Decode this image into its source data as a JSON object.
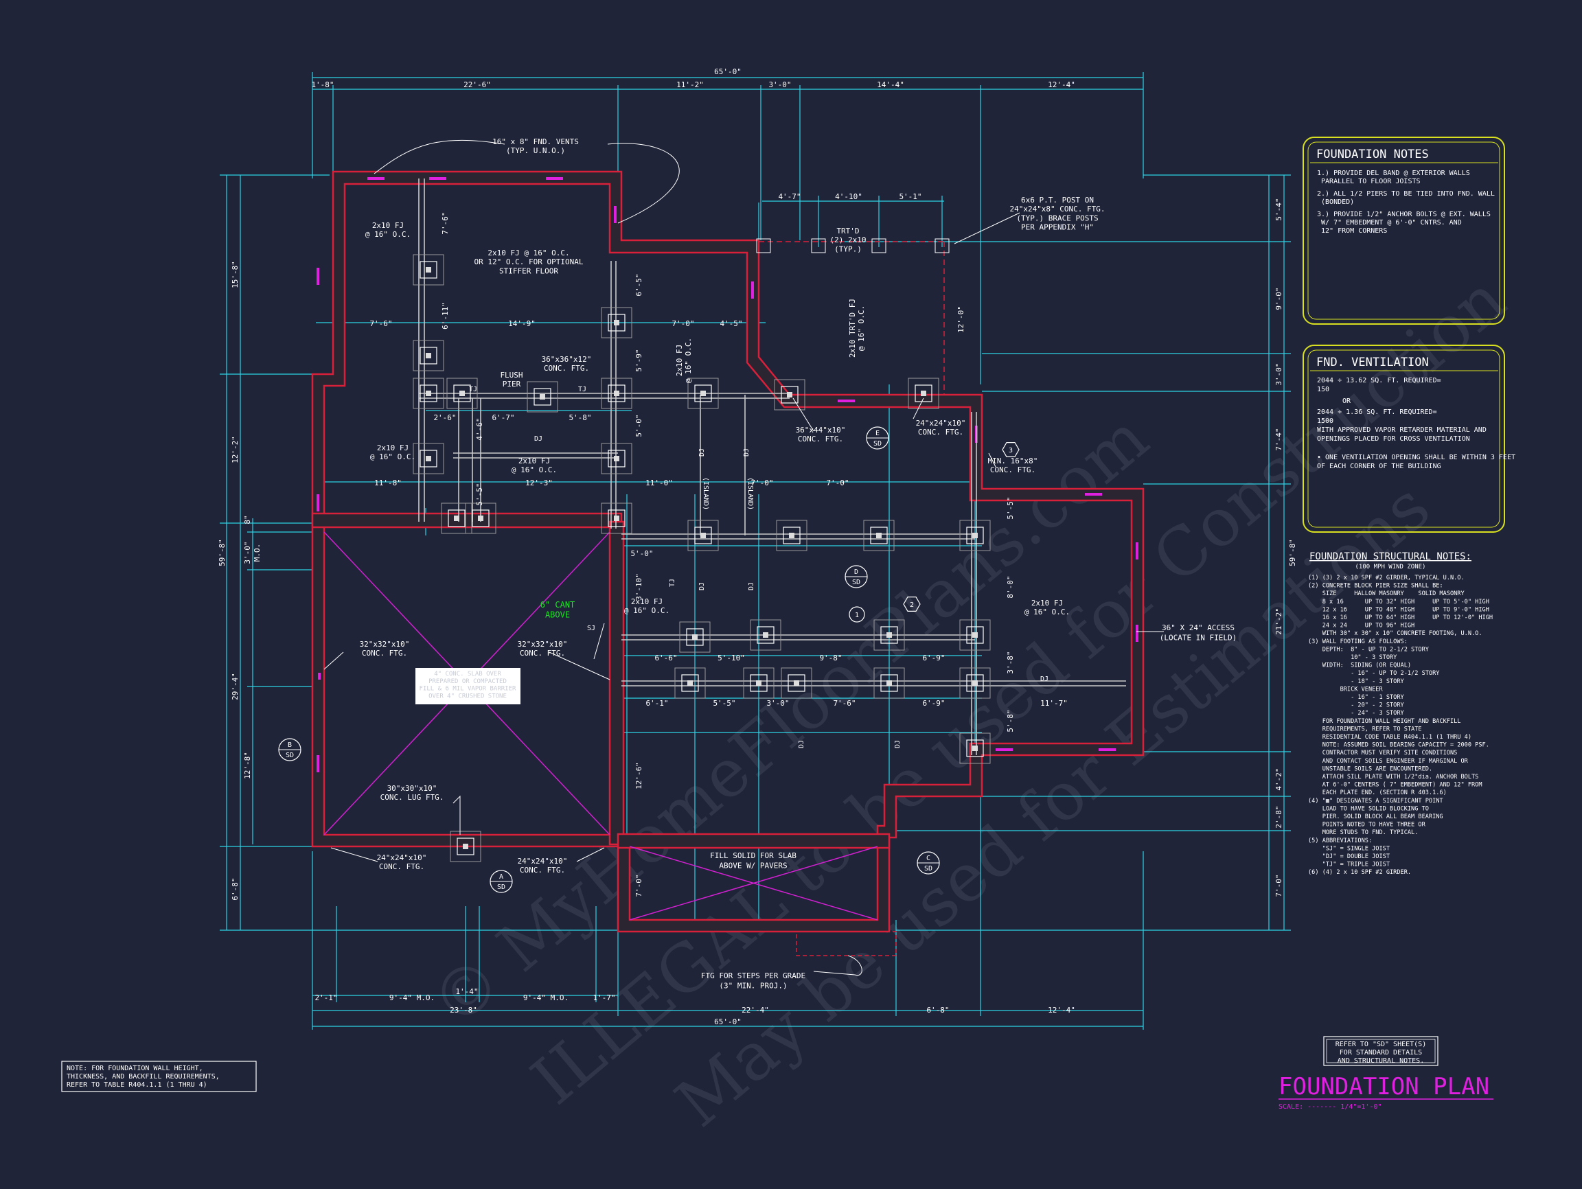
{
  "sheet": {
    "title": "FOUNDATION PLAN",
    "scale": "SCALE: ------- 1/4\"=1'-0\"",
    "colors": {
      "background": "#1f2438",
      "dimension": "#2fd3e6",
      "wall": "#d8203a",
      "vent": "#e020e0",
      "panel_border": "#d8e020",
      "title": "#e020e0"
    }
  },
  "watermark": [
    "© MyHomeFloorPlans.com",
    "ILLEGAL to be used for Construction",
    "May be used for Estimations"
  ],
  "dimensions": {
    "overall_top": "65'-0\"",
    "overall_bottom": "65'-0\"",
    "top": [
      "1'-8\"",
      "22'-6\"",
      "11'-2\"",
      "3'-0\"",
      "14'-4\"",
      "12'-4\""
    ],
    "bottom_row1": [
      "2'-1\"",
      "9'-4\" M.O.",
      "9'-4\" M.O.",
      "1'-7\"",
      "1'-4\""
    ],
    "bottom_row2": [
      "23'-8\"",
      "22'-4\"",
      "6'-8\"",
      "12'-4\""
    ],
    "left_overall": "59'-8\"",
    "left": [
      "15'-8\"",
      "12'-2\"",
      "8\"",
      "3'-0\"",
      "M.O.",
      "29'-4\"",
      "12'-8\"",
      "6'-8\""
    ],
    "right_overall": "59'-8\"",
    "right": [
      "5'-4\"",
      "9'-0\"",
      "3'-0\"",
      "7'-4\"",
      "21'-2\"",
      "4'-2\"",
      "2'-8\"",
      "7'-0\""
    ],
    "interior": [
      "7'-6\"",
      "14'-9\"",
      "7'-0\"",
      "4'-5\"",
      "2'-6\"",
      "6'-7\"",
      "5'-8\"",
      "11'-8\"",
      "12'-3\"",
      "11'-0\"",
      "7'-0\"",
      "7'-0\"",
      "5'-0\"",
      "6'-6\"",
      "5'-10\"",
      "9'-8\"",
      "6'-9\"",
      "6'-1\"",
      "5'-5\"",
      "3'-0\"",
      "7'-6\"",
      "6'-9\"",
      "11'-7\"",
      "4'-7\"",
      "4'-10\"",
      "5'-1\"",
      "12'-0\"",
      "7'-6\"",
      "6'-11\"",
      "6'-5\"",
      "5'-9\"",
      "5'-0\"",
      "4'-6\"",
      "5'-5\"",
      "3'-10\"",
      "8'-0\"",
      "3'-8\"",
      "5'-8\"",
      "12'-6\"",
      "7'-0\"",
      "5'-5\""
    ]
  },
  "labels": {
    "vents": "16\" x 8\" FND. VENTS\n(TYP. U.N.O.)",
    "post": "6x6 P.T. POST ON\n24\"x24\"x8\" CONC. FTG.\n(TYP.) BRACE POSTS\nPER APPENDIX \"H\"",
    "trtd": "TRT'D\n(2) 2x10\n(TYP.)",
    "trtd_fj": "2x10 TRT'D FJ\n@ 16\" O.C.",
    "fj_1": "2x10 FJ\n@ 16\" O.C.",
    "fj_optional": "2x10 FJ @ 16\" O.C.\nOR 12\" O.C. FOR OPTIONAL\nSTIFFER FLOOR",
    "flush_pier": "FLUSH\nPIER",
    "conc_36": "36\"x36\"x12\"\nCONC. FTG.",
    "conc_3644": "36\"x44\"x10\"\nCONC. FTG.",
    "conc_2424": "24\"x24\"x10\"\nCONC. FTG.",
    "min_16x8": "MIN. 16\"x8\"\nCONC. FTG.",
    "fj_2": "2x10 FJ\n@ 16\" O.C.",
    "fj_3": "2x10 FJ\n@ 16\" O.C.",
    "fj_4": "2x10 FJ\n@ 16\" O.C.",
    "fj_5": "2x10 FJ\n@ 16\" O.C.",
    "fj_6": "2x10 FJ\n@ 16\" O.C.",
    "cant": "6\" CANT\nABOVE",
    "conc_32_left": "32\"x32\"x10\"\nCONC. FTG.",
    "conc_32_right": "32\"x32\"x10\"\nCONC. FTG.",
    "slab_note": "4\" CONC. SLAB OVER\nPREPARED OR COMPACTED\nFILL & 6 MIL VAPOR BARRIER\nOVER 4\" CRUSHED STONE",
    "conc_lug": "30\"x30\"x10\"\nCONC. LUG FTG.",
    "conc_2424_a": "24\"x24\"x10\"\nCONC. FTG.",
    "conc_2424_b": "24\"x24\"x10\"\nCONC. FTG.",
    "fill_solid": "FILL SOLID FOR SLAB\nABOVE W/ PAVERS",
    "ftg_steps": "FTG FOR STEPS PER GRADE\n(3\" MIN. PROJ.)",
    "access": "36\" X 24\" ACCESS\n(LOCATE IN FIELD)",
    "tj": "TJ",
    "dj": "DJ",
    "sj": "SJ",
    "island": "(ISLAND)"
  },
  "callouts": {
    "a": {
      "letter": "A",
      "sheet": "SD"
    },
    "b": {
      "letter": "B",
      "sheet": "SD"
    },
    "c": {
      "letter": "C",
      "sheet": "SD"
    },
    "d": {
      "letter": "D",
      "sheet": "SD"
    },
    "e": {
      "letter": "E",
      "sheet": "SD"
    },
    "one": "1",
    "two": "2",
    "three": "3"
  },
  "foundation_notes": {
    "title": "FOUNDATION NOTES",
    "items": [
      "1.) PROVIDE DEL BAND @ EXTERIOR WALLS\n     PARALLEL TO FLOOR JOISTS",
      "2.) ALL 1/2 PIERS TO BE TIED INTO FND. WALL\n     (BONDED)",
      "3.) PROVIDE 1/2\" ANCHOR BOLTS @ EXT. WALLS\n     W/ 7\" EMBEDMENT @ 6'-0\" CNTRS. AND\n     12\" FROM CORNERS"
    ]
  },
  "fnd_ventilation": {
    "title": "FND. VENTILATION",
    "lines": [
      "2044 ÷ 13.62 SQ. FT. REQUIRED=",
      "150",
      "OR",
      "2044 ÷ 1.36 SQ. FT. REQUIRED=",
      "1500",
      "WITH APPROVED VAPOR RETARDER MATERIAL AND",
      "OPENINGS PLACED FOR CROSS VENTILATION",
      "• ONE VENTILATION OPENING SHALL BE WITHIN 3 FEET",
      "  OF EACH CORNER OF THE BUILDING"
    ]
  },
  "structural_notes": {
    "title": "FOUNDATION STRUCTURAL NOTES:",
    "subtitle": "(100 MPH WIND ZONE)",
    "lines": [
      "(1) (3) 2 x 10 SPF #2 GIRDER, TYPICAL U.N.O.",
      "(2) CONCRETE BLOCK PIER SIZE SHALL BE:",
      "    SIZE     HALLOW MASONRY    SOLID MASONRY",
      "    8 x 16      UP TO 32\" HIGH     UP TO 5'-0\" HIGH",
      "    12 x 16     UP TO 48\" HIGH     UP TO 9'-0\" HIGH",
      "    16 x 16     UP TO 64\" HIGH     UP TO 12'-0\" HIGH",
      "    24 x 24     UP TO 96\" HIGH",
      "    WITH 30\" x 30\" x 10\" CONCRETE FOOTING, U.N.O.",
      "(3) WALL FOOTING AS FOLLOWS:",
      "    DEPTH:  8\" - UP TO 2-1/2 STORY",
      "            10\" - 3 STORY",
      "    WIDTH:  SIDING (OR EQUAL)",
      "            - 16\" - UP TO 2-1/2 STORY",
      "            - 18\" - 3 STORY",
      "         BRICK VENEER",
      "            - 16\" - 1 STORY",
      "            - 20\" - 2 STORY",
      "            - 24\" - 3 STORY",
      "    FOR FOUNDATION WALL HEIGHT AND BACKFILL",
      "    REQUIREMENTS, REFER TO STATE",
      "    RESIDENTIAL CODE TABLE R404.1.1 (1 THRU 4)",
      "    NOTE: ASSUMED SOIL BEARING CAPACITY = 2000 PSF.",
      "    CONTRACTOR MUST VERIFY SITE CONDITIONS",
      "    AND CONTACT SOILS ENGINEER IF MARGINAL OR",
      "    UNSTABLE SOILS ARE ENCOUNTERED.",
      "    ATTACH SILL PLATE WITH 1/2\"dia. ANCHOR BOLTS",
      "    AT 6'-0\" CENTERS ( 7\" EMBEDMENT) AND 12\" FROM",
      "    EACH PLATE END. (SECTION R 403.1.6)",
      "(4) \"▦\" DESIGNATES A SIGNIFICANT POINT",
      "    LOAD TO HAVE SOLID BLOCKING TO",
      "    PIER. SOLID BLOCK ALL BEAM BEARING",
      "    POINTS NOTED TO HAVE THREE OR",
      "    MORE STUDS TO FND. TYPICAL.",
      "(5) ABBREVIATIONS:",
      "    \"SJ\" = SINGLE JOIST",
      "    \"DJ\" = DOUBLE JOIST",
      "    \"TJ\" = TRIPLE JOIST",
      "(6) (4) 2 x 10 SPF #2 GIRDER."
    ]
  },
  "sd_note": "REFER TO \"SD\" SHEET(S)\nFOR STANDARD DETAILS\nAND STRUCTURAL NOTES.",
  "bottom_note": "NOTE: FOR FOUNDATION WALL HEIGHT,\nTHICKNESS, AND BACKFILL REQUIREMENTS,\nREFER TO TABLE R404.1.1 (1 THRU 4)"
}
